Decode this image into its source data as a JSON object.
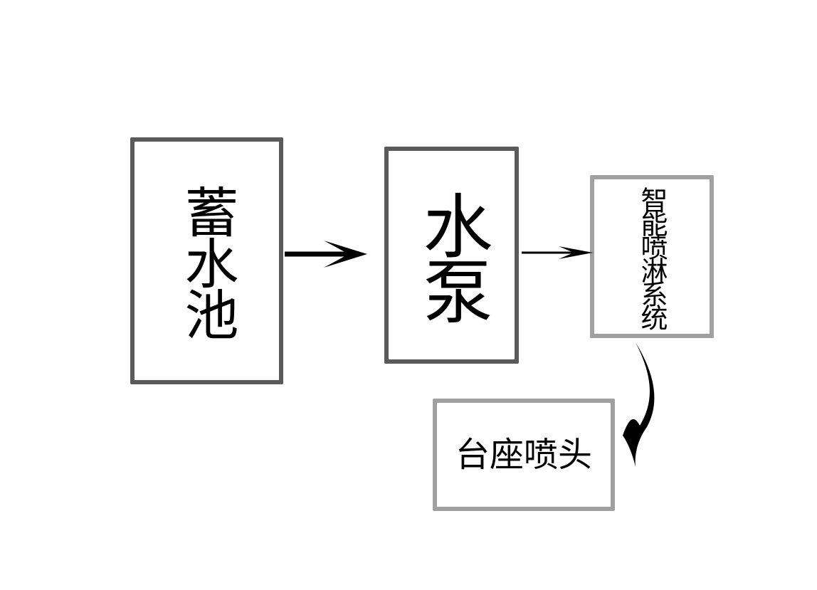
{
  "nodes": {
    "reservoir": {
      "label": "蓄水池"
    },
    "pump": {
      "label": "水泵"
    },
    "spray_system": {
      "label": "智能喷淋系统"
    },
    "nozzle": {
      "label": "台座喷头"
    }
  },
  "edges": [
    {
      "from": "蓄水池",
      "to": "水泵"
    },
    {
      "from": "水泵",
      "to": "智能喷淋系统"
    },
    {
      "from": "智能喷淋系统",
      "to": "台座喷头"
    }
  ],
  "colors": {
    "dark_border": "#5a5a5a",
    "light_border": "#a0a0a0",
    "arrow": "#000000"
  }
}
